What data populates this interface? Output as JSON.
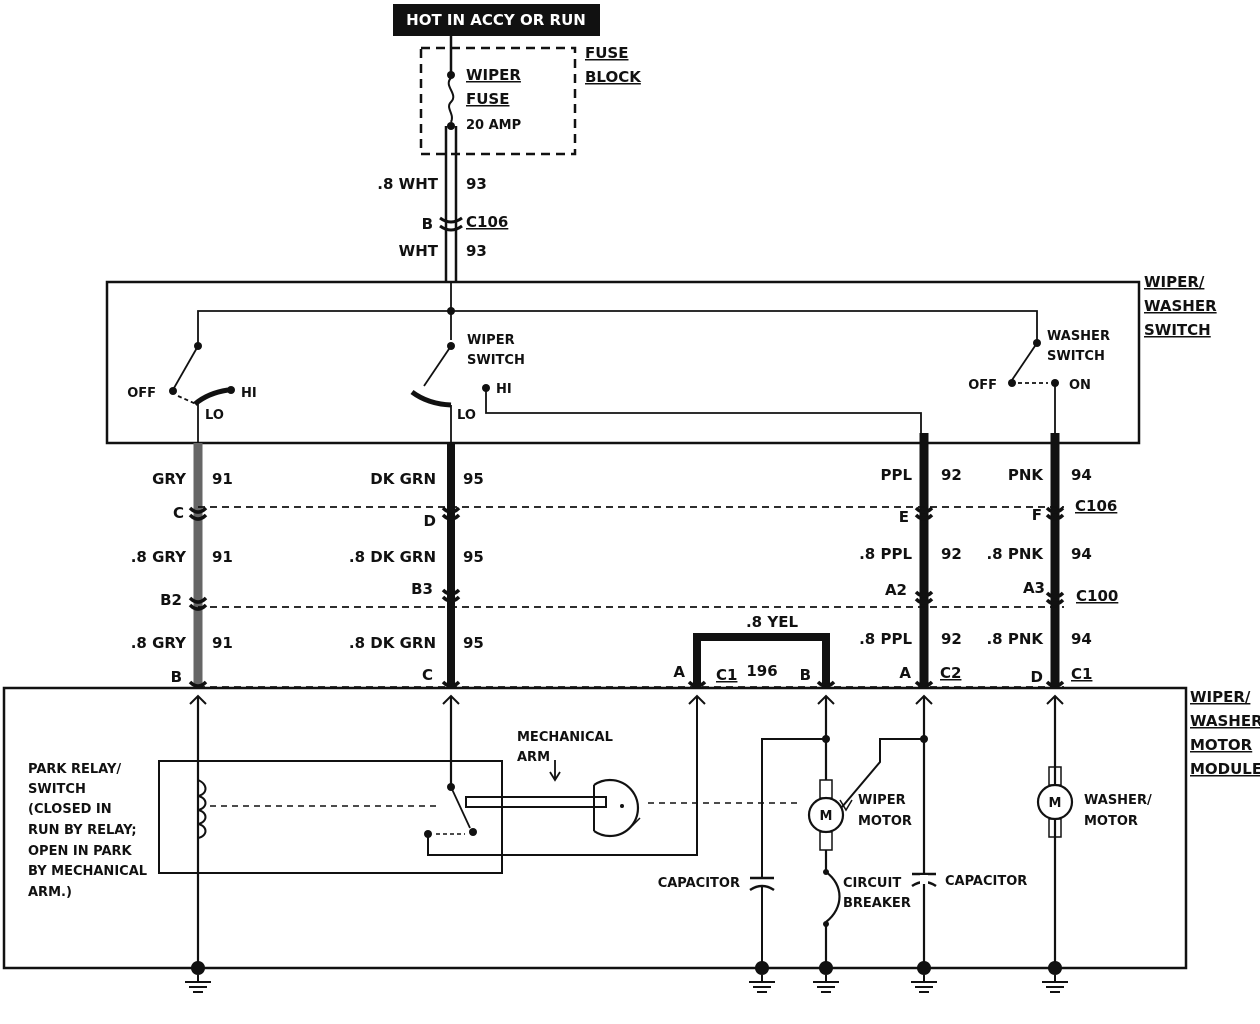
{
  "banner": "HOT IN ACCY OR RUN",
  "fuse_block": {
    "title_l1": "FUSE",
    "title_l2": "BLOCK",
    "fuse_l1": "WIPER",
    "fuse_l2": "FUSE",
    "rating": "20 AMP"
  },
  "top_wire": {
    "upper_color": ".8 WHT",
    "upper_num": "93",
    "pin": "B",
    "connector": "C106",
    "lower_color": "WHT",
    "lower_num": "93"
  },
  "switch_box": {
    "title": [
      "WIPER/",
      "WASHER",
      "SWITCH"
    ],
    "wiper_label": [
      "WIPER",
      "SWITCH"
    ],
    "washer_label": [
      "WASHER",
      "SWITCH"
    ],
    "left_off": "OFF",
    "left_hi": "HI",
    "left_lo": "LO",
    "mid_hi": "HI",
    "mid_lo": "LO",
    "washer_off": "OFF",
    "washer_on": "ON"
  },
  "wires": {
    "gry": {
      "c1": "GRY",
      "n1": "91",
      "p1": "C",
      "c2": ".8 GRY",
      "n2": "91",
      "p2": "B2",
      "c3": ".8 GRY",
      "n3": "91",
      "p3": "B"
    },
    "dkgrn": {
      "c1": "DK GRN",
      "n1": "95",
      "p1": "D",
      "c2": ".8 DK GRN",
      "n2": "95",
      "p2": "B3",
      "c3": ".8 DK GRN",
      "n3": "95",
      "p3": "C"
    },
    "ppl": {
      "c1": "PPL",
      "n1": "92",
      "p1": "E",
      "c2": ".8 PPL",
      "n2": "92",
      "p2": "A2",
      "c3": ".8 PPL",
      "n3": "92",
      "p3": "A"
    },
    "pnk": {
      "c1": "PNK",
      "n1": "94",
      "p1": "F",
      "conn1": "C106",
      "c2": ".8 PNK",
      "n2": "94",
      "p2": "A3",
      "conn2": "C100",
      "c3": ".8 PNK",
      "n3": "94",
      "p3": "D"
    }
  },
  "yel_wire": {
    "color": ".8 YEL",
    "num": "196",
    "pin_a": "A",
    "conn": "C1",
    "pin_b": "B"
  },
  "ppl_conn": "C2",
  "pnk_conn": "C1",
  "module": {
    "title": [
      "WIPER/",
      "WASHER",
      "MOTOR",
      "MODULE"
    ],
    "park_relay": [
      "PARK RELAY/",
      "SWITCH",
      "(CLOSED IN",
      "RUN BY RELAY;",
      "OPEN IN PARK",
      "BY MECHANICAL",
      "ARM.)"
    ],
    "mech_arm": [
      "MECHANICAL",
      "ARM"
    ],
    "wiper_motor": [
      "WIPER",
      "MOTOR"
    ],
    "washer_motor": [
      "WASHER/",
      "MOTOR"
    ],
    "capacitor_left": "CAPACITOR",
    "capacitor_right": "CAPACITOR",
    "circuit_breaker": [
      "CIRCUIT",
      "BREAKER"
    ],
    "motor_symbol": "M"
  }
}
